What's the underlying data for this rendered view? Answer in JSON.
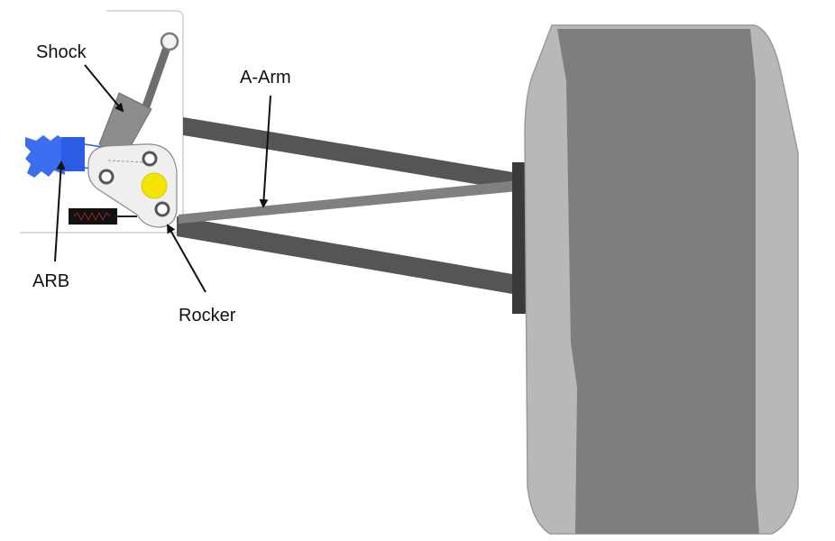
{
  "labels": {
    "shock": "Shock",
    "a_arm": "A-Arm",
    "arb": "ARB",
    "rocker": "Rocker"
  },
  "colors": {
    "tire_outer": "#b8b8b8",
    "tire_tread": "#7e7e7e",
    "arm_dark": "#555555",
    "arm_mid": "#808080",
    "upright": "#3a3a3a",
    "arb_blue": "#2b5ce6",
    "hub_yellow": "#f2e600"
  }
}
